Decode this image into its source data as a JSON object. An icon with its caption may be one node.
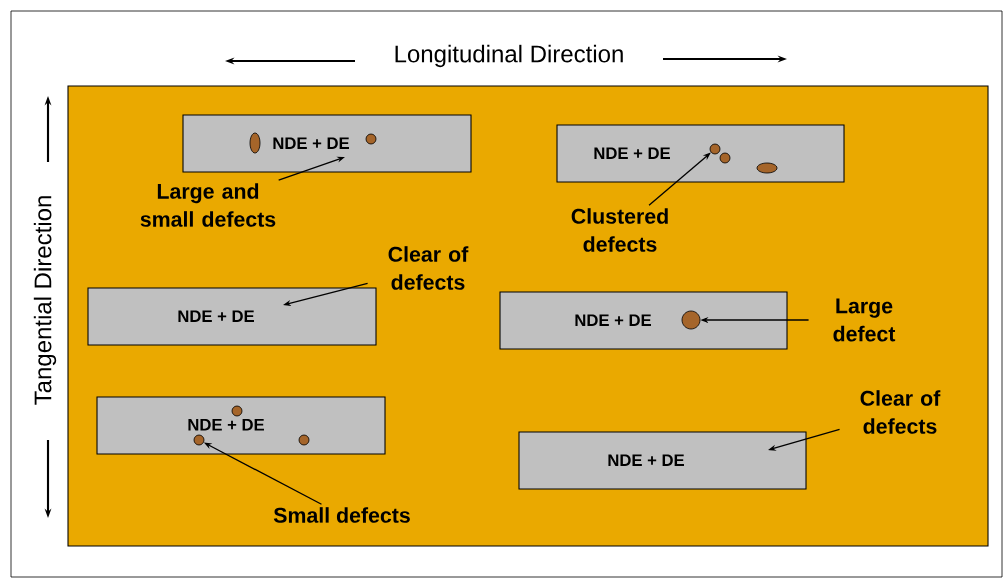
{
  "diagram": {
    "nodes": [
      {
        "text": [
          "NDE + DE"
        ]
      },
      {
        "text": [],
        "shape": "circle",
        "in": 0
      },
      {
        "text": [],
        "shape": "circle",
        "in": 0
      },
      {
        "text": [
          "NDE + DE"
        ]
      },
      {
        "text": [],
        "shape": "circle",
        "in": 3
      },
      {
        "text": [],
        "shape": "circle",
        "in": 3
      },
      {
        "text": [],
        "shape": "circle",
        "in": 3
      },
      {
        "text": [
          "NDE + DE"
        ]
      },
      {
        "text": [
          "NDE + DE"
        ]
      },
      {
        "text": [],
        "shape": "circle",
        "in": 8
      },
      {
        "text": [
          "NDE + DE"
        ]
      },
      {
        "text": [],
        "shape": "circle",
        "in": 10
      },
      {
        "text": [],
        "shape": "circle",
        "in": 10
      },
      {
        "text": [],
        "shape": "circle",
        "in": 10
      },
      {
        "text": [
          "NDE + DE"
        ]
      },
      {
        "text": [
          "Large and small defects"
        ]
      },
      {
        "text": [
          "Clustered defects"
        ]
      },
      {
        "text": [
          "Clear of defects"
        ]
      },
      {
        "text": [
          "Large defect"
        ]
      },
      {
        "text": [
          "Small defects"
        ]
      },
      {
        "text": [
          "Clear of defects"
        ]
      }
    ],
    "edges": [
      {
        "from": 15,
        "to": 0,
        "arrow": "to"
      },
      {
        "from": 16,
        "to": 4,
        "arrow": "to"
      },
      {
        "from": 17,
        "to": 7,
        "arrow": "to"
      },
      {
        "from": 18,
        "to": 9,
        "arrow": "to"
      },
      {
        "from": 19,
        "to": 12,
        "arrow": "to"
      },
      {
        "from": 20,
        "to": 14,
        "arrow": "to"
      }
    ],
    "labels": [
      "Longitudinal Direction",
      "Tangential Direction"
    ]
  }
}
